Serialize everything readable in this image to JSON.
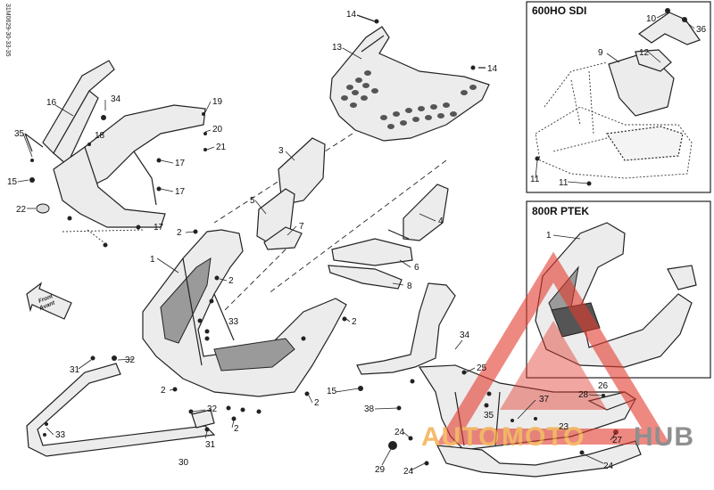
{
  "diagram": {
    "drawing_code": "31M0629-30-33-35",
    "direction_label": [
      "Front",
      "Avant"
    ],
    "insets": [
      {
        "title": "600HO SDI"
      },
      {
        "title": "800R PTEK"
      }
    ],
    "callouts": {
      "c14a": "14",
      "c13": "13",
      "c14b": "14",
      "c16": "16",
      "c34a": "34",
      "c19": "19",
      "c20": "20",
      "c21": "21",
      "c35a": "35",
      "c18": "18",
      "c17a": "17",
      "c17b": "17",
      "c17c": "17",
      "c15a": "15",
      "c22": "22",
      "c3": "3",
      "c5": "5",
      "c7": "7",
      "c4": "4",
      "c6": "6",
      "c8": "8",
      "c2a": "2",
      "c1": "1",
      "c2b": "2",
      "c33a": "33",
      "c2c": "2",
      "c2d": "2",
      "c2e": "2",
      "c31a": "31",
      "c32a": "32",
      "c32b": "32",
      "c33b": "33",
      "c31b": "31",
      "c30": "30",
      "c2f": "2",
      "c34b": "34",
      "c25": "25",
      "c15b": "15",
      "c38": "38",
      "c35b": "35",
      "c37": "37",
      "c28": "28",
      "c26": "26",
      "c23": "23",
      "c27": "27",
      "c24a": "24",
      "c29": "29",
      "c24b": "24",
      "c24c": "24",
      "i10": "10",
      "i36": "36",
      "i9": "9",
      "i12": "12",
      "i11a": "11",
      "i11b": "11",
      "p1": "1"
    },
    "watermark": {
      "part1": "AUTO",
      "part2": "MOTO",
      "part3": "HUB"
    },
    "colors": {
      "watermark_red": "#e23b2e",
      "watermark_orange": "#f2a53a",
      "watermark_gray": "#6a6a6a",
      "line": "#222222"
    }
  }
}
